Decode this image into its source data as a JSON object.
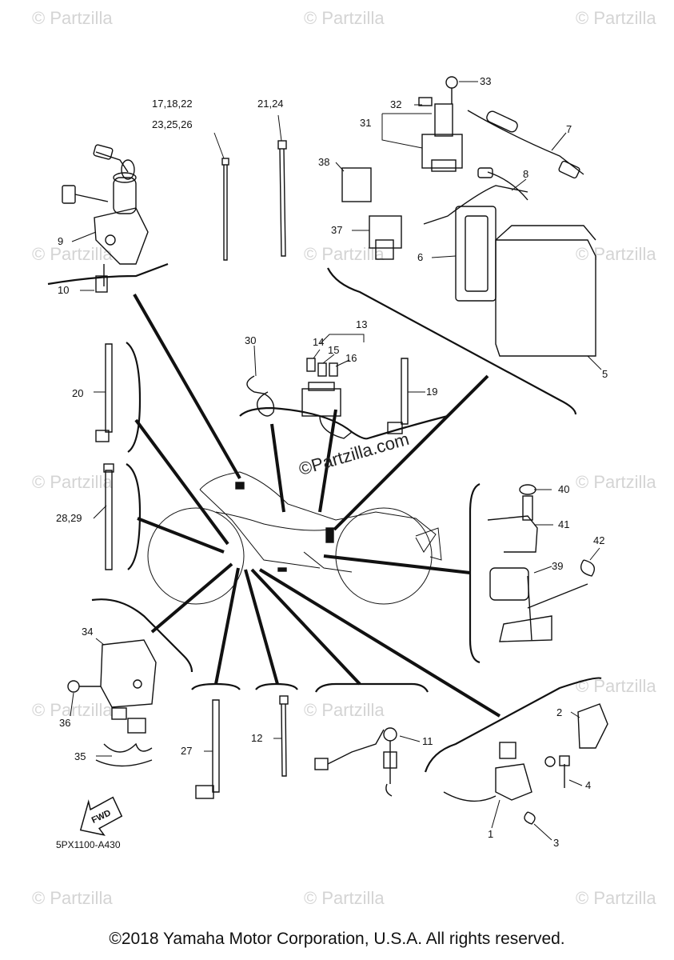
{
  "callouts": {
    "p1": "1",
    "p2": "2",
    "p3": "3",
    "p4": "4",
    "p5": "5",
    "p6": "6",
    "p7": "7",
    "p8": "8",
    "p9": "9",
    "p10": "10",
    "p11": "11",
    "p12": "12",
    "p13": "13",
    "p14": "14",
    "p15": "15",
    "p16": "16",
    "p17a": "17,18,22",
    "p17b": "23,25,26",
    "p19": "19",
    "p20": "20",
    "p21": "21,24",
    "p27": "27",
    "p28": "28,29",
    "p30": "30",
    "p31": "31",
    "p32": "32",
    "p33": "33",
    "p34": "34",
    "p35": "35",
    "p36": "36",
    "p37": "37",
    "p38": "38",
    "p39": "39",
    "p40": "40",
    "p41": "41",
    "p42": "42"
  },
  "fwd_label": "FWD",
  "diagram_code": "5PX1100-A430",
  "watermark": "© Partzilla",
  "center_watermark": "©Partzilla.com",
  "copyright": "©2018 Yamaha Motor Corporation, U.S.A. All rights reserved."
}
